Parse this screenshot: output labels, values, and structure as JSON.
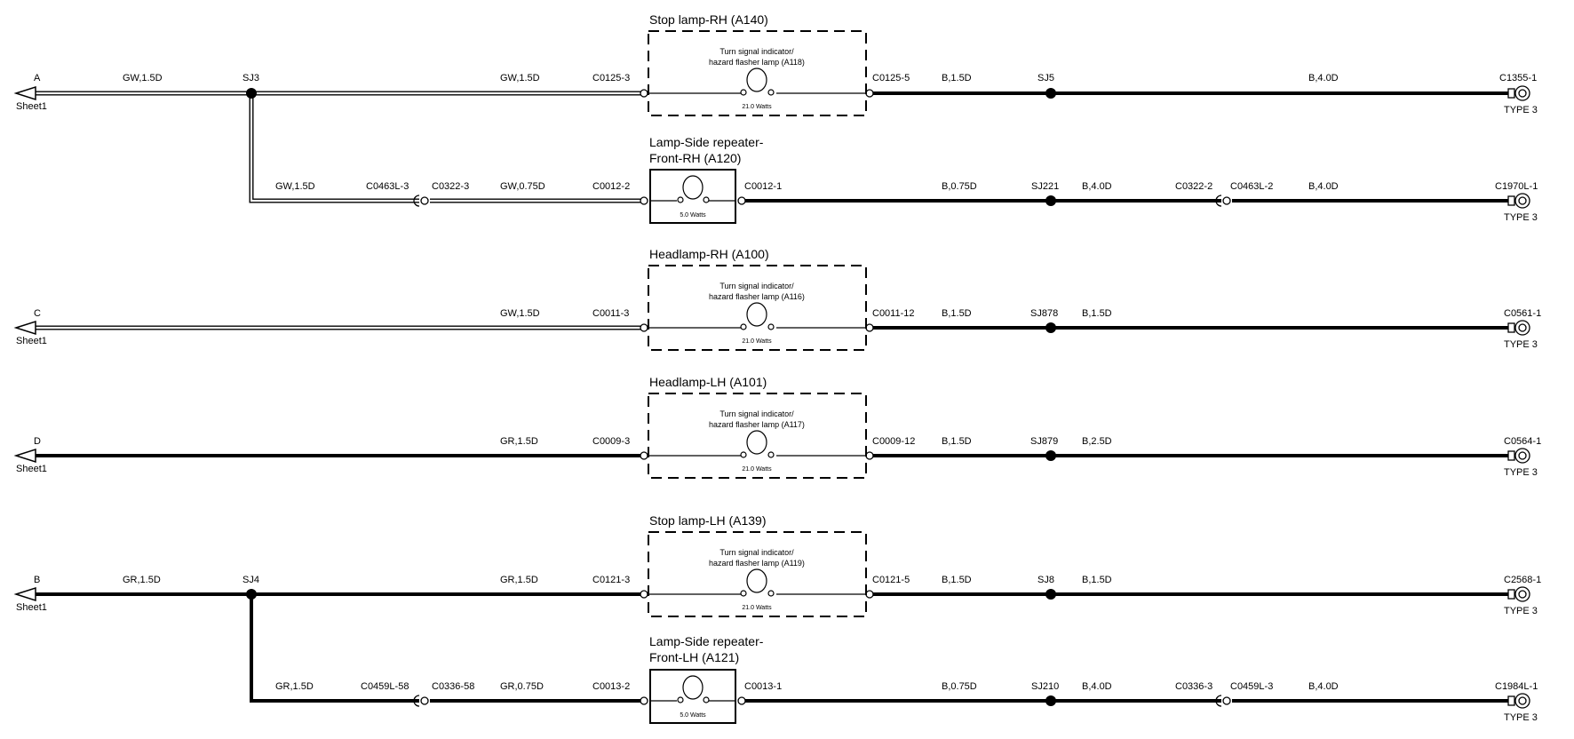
{
  "rows": [
    {
      "id": "row-a",
      "left": {
        "letter": "A",
        "sheet": "Sheet1"
      },
      "wire_style": "white",
      "wires": [
        "GW,1.5D",
        "GW,1.5D",
        "B,1.5D",
        "B,4.0D"
      ],
      "splices": [
        "SJ3",
        "SJ5"
      ],
      "connectors": [
        "C0125-3",
        "C0125-5",
        "C1355-1"
      ],
      "right_type": "TYPE 3",
      "component": {
        "title": "Stop lamp-RH (A140)",
        "inner": [
          "Turn signal indicator/",
          "hazard flasher lamp (A118)"
        ],
        "watts": "21.0 Watts",
        "dashed": true
      }
    },
    {
      "id": "row-a2",
      "wire_style": "white",
      "wires": [
        "GW,1.5D",
        "GW,0.75D",
        "B,0.75D",
        "B,4.0D",
        "B,4.0D"
      ],
      "splices": [
        "SJ221"
      ],
      "connectors": [
        "C0463L-3",
        "C0322-3",
        "C0012-2",
        "C0012-1",
        "C0322-2",
        "C0463L-2",
        "C1970L-1"
      ],
      "right_type": "TYPE 3",
      "component": {
        "title": [
          "Lamp-Side repeater-",
          "Front-RH (A120)"
        ],
        "watts": "5.0 Watts",
        "dashed": false
      }
    },
    {
      "id": "row-c",
      "left": {
        "letter": "C",
        "sheet": "Sheet1"
      },
      "wire_style": "white",
      "wires": [
        "GW,1.5D",
        "B,1.5D",
        "B,1.5D"
      ],
      "splices": [
        "SJ878"
      ],
      "connectors": [
        "C0011-3",
        "C0011-12",
        "C0561-1"
      ],
      "right_type": "TYPE 3",
      "component": {
        "title": "Headlamp-RH (A100)",
        "inner": [
          "Turn signal indicator/",
          "hazard flasher lamp (A116)"
        ],
        "watts": "21.0 Watts",
        "dashed": true
      }
    },
    {
      "id": "row-d",
      "left": {
        "letter": "D",
        "sheet": "Sheet1"
      },
      "wire_style": "black",
      "wires": [
        "GR,1.5D",
        "B,1.5D",
        "B,2.5D"
      ],
      "splices": [
        "SJ879"
      ],
      "connectors": [
        "C0009-3",
        "C0009-12",
        "C0564-1"
      ],
      "right_type": "TYPE 3",
      "component": {
        "title": "Headlamp-LH (A101)",
        "inner": [
          "Turn signal indicator/",
          "hazard flasher lamp (A117)"
        ],
        "watts": "21.0 Watts",
        "dashed": true
      }
    },
    {
      "id": "row-b",
      "left": {
        "letter": "B",
        "sheet": "Sheet1"
      },
      "wire_style": "black",
      "wires": [
        "GR,1.5D",
        "GR,1.5D",
        "B,1.5D",
        "B,1.5D"
      ],
      "splices": [
        "SJ4",
        "SJ8"
      ],
      "connectors": [
        "C0121-3",
        "C0121-5",
        "C2568-1"
      ],
      "right_type": "TYPE 3",
      "component": {
        "title": "Stop lamp-LH (A139)",
        "inner": [
          "Turn signal indicator/",
          "hazard flasher lamp (A119)"
        ],
        "watts": "21.0 Watts",
        "dashed": true
      }
    },
    {
      "id": "row-b2",
      "wire_style": "black",
      "wires": [
        "GR,1.5D",
        "GR,0.75D",
        "B,0.75D",
        "B,4.0D",
        "B,4.0D"
      ],
      "splices": [
        "SJ210"
      ],
      "connectors": [
        "C0459L-58",
        "C0336-58",
        "C0013-2",
        "C0013-1",
        "C0336-3",
        "C0459L-3",
        "C1984L-1"
      ],
      "right_type": "TYPE 3",
      "component": {
        "title": [
          "Lamp-Side repeater-",
          "Front-LH (A121)"
        ],
        "watts": "5.0 Watts",
        "dashed": false
      }
    }
  ]
}
